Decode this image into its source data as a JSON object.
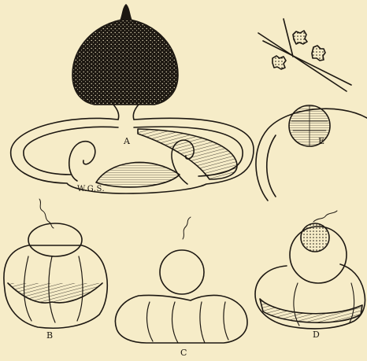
{
  "figure_labels": {
    "a": "A",
    "b": "B",
    "c": "C",
    "d": "D",
    "e": "E",
    "signature": "W.G.S."
  },
  "colors": {
    "background": "#f6ecc8",
    "ink": "#1d1812"
  }
}
